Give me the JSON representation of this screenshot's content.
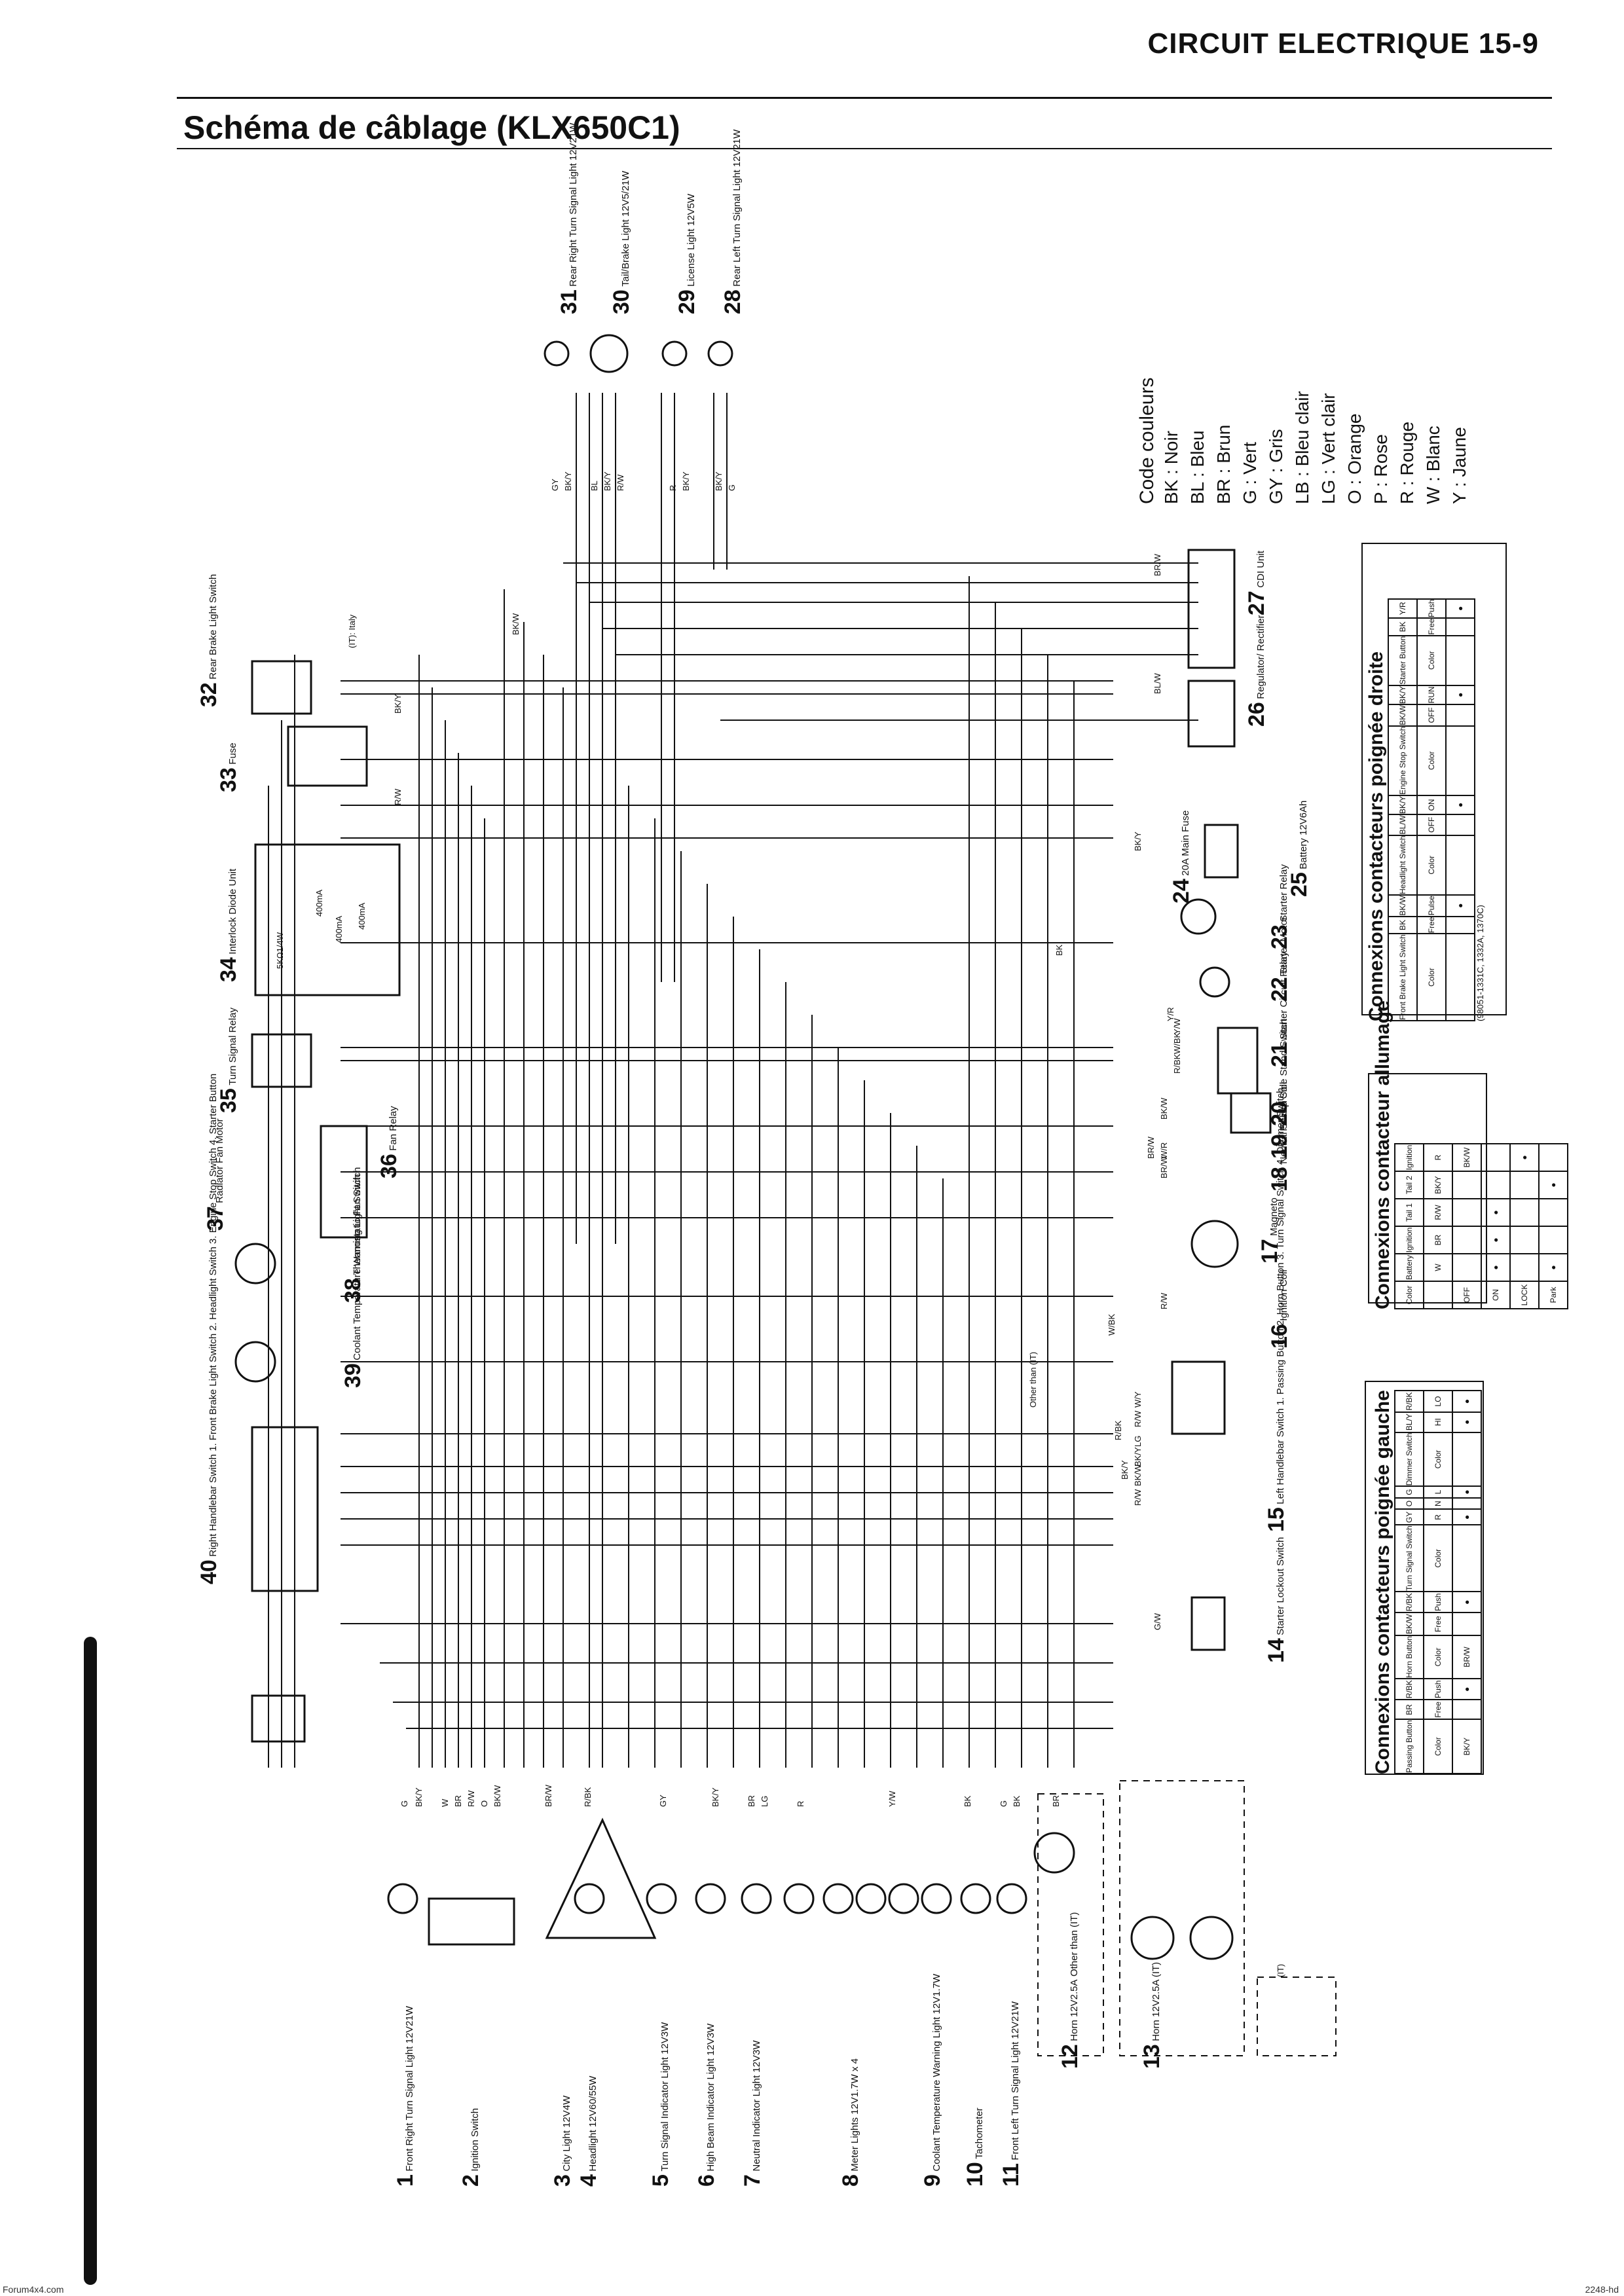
{
  "header": {
    "section_title": "CIRCUIT ELECTRIQUE 15-9",
    "page_title": "Schéma de câblage (KLX650C1)"
  },
  "color_code": {
    "title": "Code couleurs",
    "entries": [
      "BK : Noir",
      "BL : Bleu",
      "BR : Brun",
      "G : Vert",
      "GY : Gris",
      "LB : Bleu clair",
      "LG : Vert clair",
      "O : Orange",
      "P : Rose",
      "R : Rouge",
      "W : Blanc",
      "Y : Jaune"
    ]
  },
  "components": {
    "c1": {
      "num": "1",
      "label": "Front Right Turn Signal Light 12V21W"
    },
    "c2": {
      "num": "2",
      "label": "Ignition Switch"
    },
    "c3": {
      "num": "3",
      "label": "City Light 12V4W"
    },
    "c4": {
      "num": "4",
      "label": "Headlight 12V60/55W"
    },
    "c5": {
      "num": "5",
      "label": "Turn Signal Indicator Light 12V3W"
    },
    "c6": {
      "num": "6",
      "label": "High Beam Indicator Light 12V3W"
    },
    "c7": {
      "num": "7",
      "label": "Neutral Indicator Light 12V3W"
    },
    "c8": {
      "num": "8",
      "label": "Meter Lights 12V1.7W x 4"
    },
    "c9": {
      "num": "9",
      "label": "Coolant Temperature Warning Light 12V1.7W"
    },
    "c10": {
      "num": "10",
      "label": "Tachometer"
    },
    "c11": {
      "num": "11",
      "label": "Front Left Turn Signal Light 12V21W"
    },
    "c12": {
      "num": "12",
      "label": "Horn 12V2.5A",
      "sub": "Other than (IT)"
    },
    "c13": {
      "num": "13",
      "label": "Horn 12V2.5A (IT)"
    },
    "c14": {
      "num": "14",
      "label": "Starter Lockout Switch"
    },
    "c15": {
      "num": "15",
      "label": "Left Handlebar Switch 1. Passing Button 2. Horn Button 3. Turn Signal Switch 4. Dimmer Switch"
    },
    "c16": {
      "num": "16",
      "label": "Ignition Coil"
    },
    "c17": {
      "num": "17",
      "label": "Magneto"
    },
    "c18": {
      "num": "18",
      "label": "Neutral Switch"
    },
    "c19": {
      "num": "19",
      "label": "Pickup Coil"
    },
    "c20": {
      "num": "20",
      "label": "Side Stand Switch"
    },
    "c21": {
      "num": "21",
      "label": "Starter Circuit Relay"
    },
    "c22": {
      "num": "22",
      "label": "Starter Motor"
    },
    "c23": {
      "num": "23",
      "label": "Starter Relay"
    },
    "c24": {
      "num": "24",
      "label": "20A Main Fuse"
    },
    "c25": {
      "num": "25",
      "label": "Battery 12V6Ah"
    },
    "c26": {
      "num": "26",
      "label": "Regulator/ Rectifier"
    },
    "c27": {
      "num": "27",
      "label": "CDI Unit"
    },
    "c28": {
      "num": "28",
      "label": "Rear Left Turn Signal Light 12V21W"
    },
    "c29": {
      "num": "29",
      "label": "License Light 12V5W"
    },
    "c30": {
      "num": "30",
      "label": "Tail/Brake Light 12V5/21W"
    },
    "c31": {
      "num": "31",
      "label": "Rear Right Turn Signal Light 12V21W"
    },
    "c32": {
      "num": "32",
      "label": "Rear Brake Light Switch"
    },
    "c33": {
      "num": "33",
      "label": "Fuse"
    },
    "c34": {
      "num": "34",
      "label": "Interlock Diode Unit"
    },
    "c35": {
      "num": "35",
      "label": "Turn Signal Relay"
    },
    "c36": {
      "num": "36",
      "label": "Fan Relay"
    },
    "c37": {
      "num": "37",
      "label": "Radiator Fan Motor"
    },
    "c38": {
      "num": "38",
      "label": "Thermostatic Fan Switch"
    },
    "c39": {
      "num": "39",
      "label": "Coolant Temperature Warning Light Switch"
    },
    "c40": {
      "num": "40",
      "label": "Right Handlebar Switch 1. Front Brake Light Switch 2. Headlight Switch 3. Engine Stop Switch 4. Starter Button"
    }
  },
  "inline_labels": {
    "it_italy": "(IT): Italy",
    "other_than_it": "Other than (IT)",
    "it": "(IT)",
    "diode_resistor": "5KΩ1/4W",
    "diode_a": "400mA",
    "diode_b": "400mA",
    "diode_c": "400mA",
    "fuse_24": "20A"
  },
  "wire_labels": {
    "left": [
      "G",
      "BK/Y",
      "W",
      "BR",
      "R/W",
      "O",
      "BK/W",
      "BR/W",
      "R/BK",
      "BK/Y",
      "GY",
      "BR",
      "LG",
      "R",
      "BK",
      "Y/W",
      "G",
      "BK",
      "BR"
    ],
    "top": [
      "GY",
      "BK/Y",
      "BL",
      "BK/Y",
      "R/W",
      "R",
      "BK/Y",
      "BK/Y",
      "G",
      "BK/W",
      "BK/Y",
      "R/W"
    ],
    "right": [
      "BK/Y",
      "BL/W",
      "BR/W",
      "Y/W",
      "W/BK",
      "R/BK",
      "BK/W",
      "W/R",
      "BR/W",
      "R/W",
      "W/BK",
      "W/Y",
      "R/W",
      "LG",
      "BK/Y",
      "BK/W",
      "R/W",
      "G/W",
      "R/BK",
      "BK/Y",
      "BR/W",
      "Y/R",
      "BK"
    ]
  },
  "switch_tables": {
    "left_grip": {
      "title": "Connexions contacteurs poignée gauche",
      "groups": [
        "Passing Button",
        "Horn Button",
        "Turn Signal Switch",
        "Dimmer Switch"
      ],
      "headers": [
        "Color",
        "BR",
        "R/BK",
        "BK/Y",
        "Color",
        "BK/W",
        "R/BK",
        "BR/W",
        "Color",
        "GY",
        "O",
        "G",
        "Color",
        "BL/Y",
        "R/BK"
      ],
      "rows": [
        "Free",
        "Push",
        "R",
        "N",
        "L",
        "HI",
        "LO"
      ]
    },
    "ignition": {
      "title": "Connexions contacteur allumage",
      "headers": [
        "Color",
        "Battery",
        "Ignition",
        "Tail 1",
        "Tail 2",
        "Ignition"
      ],
      "sub_headers": [
        "W",
        "BR",
        "R/W",
        "BK/Y",
        "R",
        "BK/W"
      ],
      "rows": [
        "OFF",
        "ON",
        "LOCK",
        "Park"
      ]
    },
    "right_grip": {
      "title": "Connexions contacteurs poignée droite",
      "groups": [
        "Front Brake Light Switch",
        "Headlight Switch",
        "Engine Stop Switch",
        "Starter Button"
      ],
      "headers": [
        "Color",
        "BK",
        "BK/W",
        "Color",
        "BL/W",
        "BK/Y",
        "Color",
        "BK/W",
        "BK/Y",
        "Color",
        "BK",
        "Y/R"
      ],
      "rows": [
        "Free",
        "Push",
        "OFF",
        "ON",
        "RUN",
        "Pulse"
      ],
      "note": "(98051-1331C, 1332A, 1370C)"
    }
  },
  "footer": {
    "left": "Forum4x4.com",
    "right": "2248-hd"
  }
}
